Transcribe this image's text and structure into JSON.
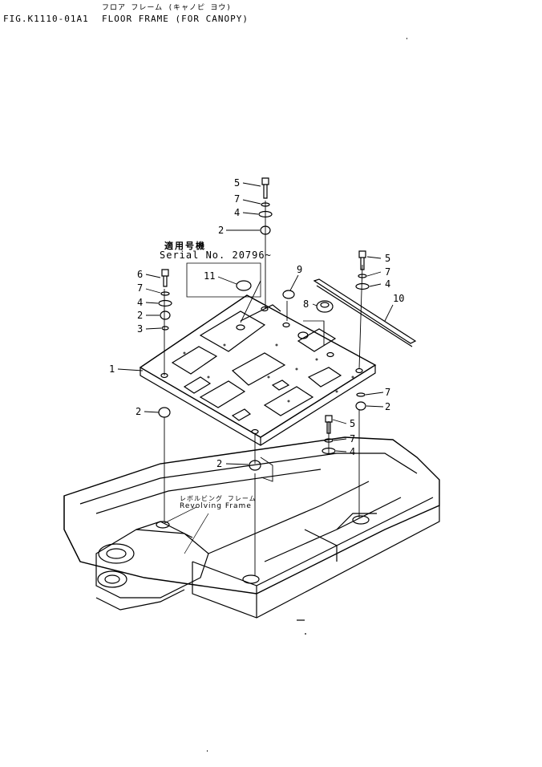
{
  "header": {
    "figure_number": "FIG.K1110-01A1",
    "title": "FLOOR FRAME (FOR CANOPY)",
    "title_jp": "フロア フレーム (キャノピ ヨウ)"
  },
  "serial": {
    "label_jp": "適用号機",
    "label": "Serial No. 20796~"
  },
  "revolving_frame": {
    "label_jp": "レボルビング フレーム",
    "label": "Revolving Frame"
  },
  "callouts": [
    "1",
    "2",
    "3",
    "4",
    "5",
    "6",
    "7",
    "8",
    "9",
    "10",
    "11"
  ],
  "colors": {
    "ink": "#000000",
    "paper": "#ffffff"
  }
}
